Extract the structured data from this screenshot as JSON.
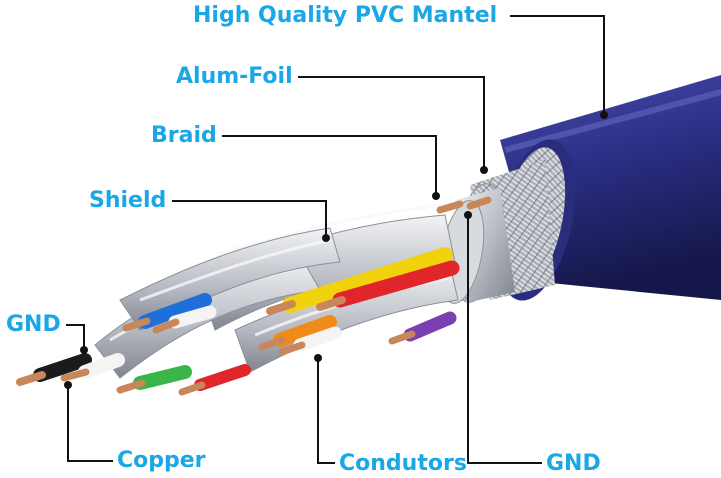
{
  "labels": {
    "mantel": "High Quality PVC Mantel",
    "alum_foil": "Alum-Foil",
    "braid": "Braid",
    "shield": "Shield",
    "gnd_left": "GND",
    "copper": "Copper",
    "condutors": "Condutors",
    "gnd_right": "GND"
  },
  "colors": {
    "label_text": "#1aa7e6",
    "leader_line": "#111111",
    "jacket": "#2c2f85",
    "jacket_dark": "#1b1d5c",
    "jacket_light": "#4a4fb0",
    "shield_foil": "#c9ccd2",
    "braid_metal": "#b7bcc4",
    "copper": "#c8875a",
    "wire_yellow": "#f2d20c",
    "wire_red": "#e0262b",
    "wire_orange": "#f08a1a",
    "wire_green": "#39b54a",
    "wire_blue": "#1e6fd9",
    "wire_black": "#1b1b1b",
    "wire_purple": "#7a3fb0",
    "wire_white": "#f4f4f4"
  }
}
